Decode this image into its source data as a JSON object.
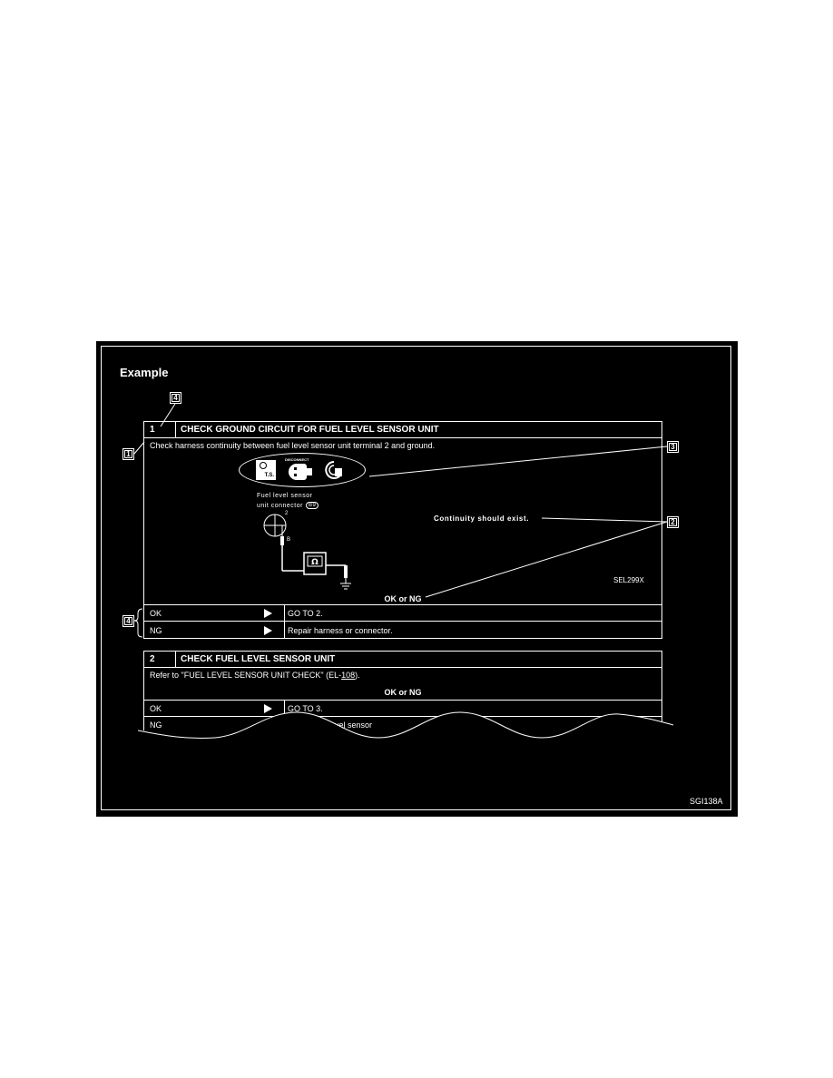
{
  "figure": {
    "title": "Example",
    "code": "SGI138A",
    "callout_numbers": [
      "4",
      "1",
      "3",
      "2",
      "4"
    ]
  },
  "step1": {
    "number": "1",
    "title": "CHECK GROUND CIRCUIT FOR FUEL LEVEL SENSOR UNIT",
    "instruction": "Check harness continuity between fuel level sensor unit terminal 2 and ground.",
    "icon_labels": {
      "ts": "T.S.",
      "disconnect": "DISCONNECT"
    },
    "connector_label_line1": "Fuel level sensor",
    "connector_label_line2": "unit connector",
    "connector_id": "B9",
    "terminal": "2",
    "wire_color": "B",
    "spec": "Continuity should exist.",
    "diagram_code": "SEL299X",
    "result_label": "OK or NG",
    "results": [
      {
        "result": "OK",
        "action": "GO TO 2."
      },
      {
        "result": "NG",
        "action": "Repair harness or connector."
      }
    ]
  },
  "step2": {
    "number": "2",
    "title": "CHECK FUEL LEVEL SENSOR UNIT",
    "instruction_prefix": "Refer to \"FUEL LEVEL SENSOR UNIT CHECK\" (EL-",
    "instruction_page": "108",
    "instruction_suffix": ").",
    "result_label": "OK or NG",
    "results": [
      {
        "result": "OK",
        "action": "GO TO 3."
      },
      {
        "result": "NG",
        "action": "fuel level sensor"
      }
    ]
  }
}
